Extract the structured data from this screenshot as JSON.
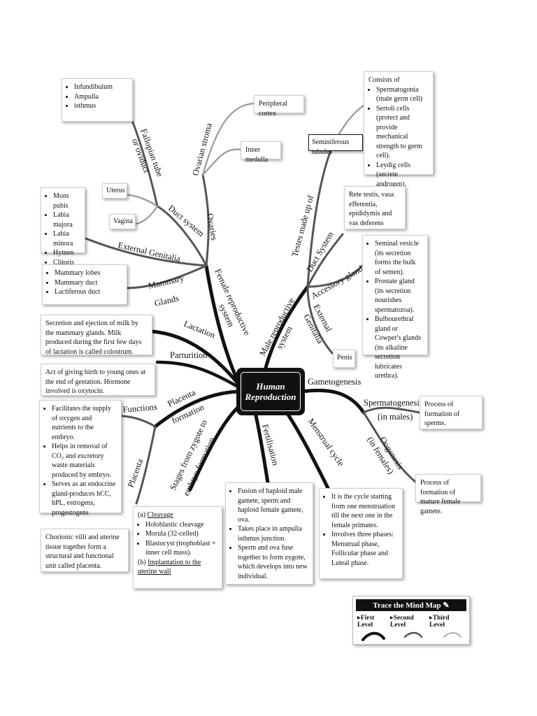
{
  "center": {
    "line1": "Human",
    "line2": "Reproduction"
  },
  "branches": {
    "ovaries": "Ovaries",
    "ovarian_stroma": "Ovarian stroma",
    "fallopian_1": "Fallopian tube",
    "fallopian_2": "or oviduct",
    "duct_system_f": "Duct system",
    "external_genitalia_f": "External Genitalia",
    "mammary": "Mammary",
    "glands": "Glands",
    "female_system_1": "Female reproductive",
    "female_system_2": "system",
    "lactation": "Lactation",
    "parturition": "Parturition",
    "placenta_formation_1": "Placenta",
    "placenta_formation_2": "formation",
    "functions": "Functions",
    "placenta": "Placenta",
    "stages_1": "Stages from zygote to",
    "stages_2": "embryo formation",
    "fertilisation": "Fertilisation",
    "menstrual_cycle": "Menstrual cycle",
    "gametogenesis": "Gametogenesis",
    "spermatogenesis_1": "Spermatogenesis",
    "spermatogenesis_2": "(in males)",
    "oogenesis_1": "Oogenesis",
    "oogenesis_2": "(in females)",
    "male_system_1": "Male reproductive",
    "male_system_2": "system",
    "testes": "Testes made up of",
    "duct_system_m": "Duct System",
    "accessory_glands": "Accessory glands",
    "external_genitalia_m_1": "External",
    "external_genitalia_m_2": "Genitalia"
  },
  "boxes": {
    "fallopian": [
      "Infundibulum",
      "Ampulla",
      "isthmus"
    ],
    "peripheral_cortex": "Peripheral cortex",
    "inner_medulla": "Inner medulla",
    "uterus": "Uterus",
    "vagina": "Vagina",
    "external_genitalia": [
      "Mons pubis",
      "Labia majora",
      "Labia minora",
      "Hymen",
      "Clitoris"
    ],
    "mammary": [
      "Mammary lobes",
      "Mammary duct",
      "Lactiferous duct"
    ],
    "lactation": "Secretion and ejection of milk by the mammary glands. Milk produced during the first few days of lactation is called colostrum.",
    "parturition": "Act of giving birth to young ones at the end of gestation. Hormone involved is oxytocin.",
    "functions": [
      "Facilitates the supply of oxygen and nutrients to the embryo.",
      "Helps in removal of CO₂ and excretory waste materials produced by embryo.",
      "Serves as an endocrine gland-produces hCC, hPL, estrogens, progestogens"
    ],
    "placenta": "Chorionic villi and uterine tissue together form a structural and functional unit called placenta.",
    "stages": {
      "a": "(a)",
      "a_label": "Cleavage",
      "items": [
        "Holoblastic cleavage",
        "Morula (32-celled)",
        "Blastocyst (trophoblast + inner cell mass)."
      ],
      "b": "(b)",
      "b_label": "Implantation to the uterine wall"
    },
    "fertilisation": [
      "Fusion of haploid male gamete, sperm and haploid female gamete, ova.",
      "Takes place in ampulla isthmus junction.",
      "Sperm and ova fuse together to form zygote, which develops into new individual."
    ],
    "menstrual": [
      "It is the cycle starting from one menstruation till the next one in the female primates.",
      "Involves three phases: Menstrual phase, Follicular phase and Luteal phase."
    ],
    "spermatogenesis": "Process of formation of sperms.",
    "oogenesis": "Process of formation of mature female gamete.",
    "seminiferous": "Seminiferous tubules",
    "testes_consists": "Consists of",
    "testes": [
      "Spermatogonia (male germ cell)",
      "Sertoli cells (protect and provide mechanical strength to germ cell).",
      "Leydig cells (secrete androgen)."
    ],
    "duct_m": "Rete testis, vasa efferentia, epididymis and vas deferens",
    "accessory": [
      "Seminal vesicle (its secretion forms the bulk of semen).",
      "Prostate gland (its secretion nourishes spermatozoa).",
      "Bulbourethral gland or Cowper's glands (its alkaline secretion lubricates urethra)."
    ],
    "penis": "Penis"
  },
  "legend": {
    "title": "Trace the  Mind Map",
    "first": "First Level",
    "second": "Second Level",
    "third": "Third Level"
  },
  "colors": {
    "first_level": "#111111",
    "second_level": "#555555",
    "third_level": "#999999"
  }
}
